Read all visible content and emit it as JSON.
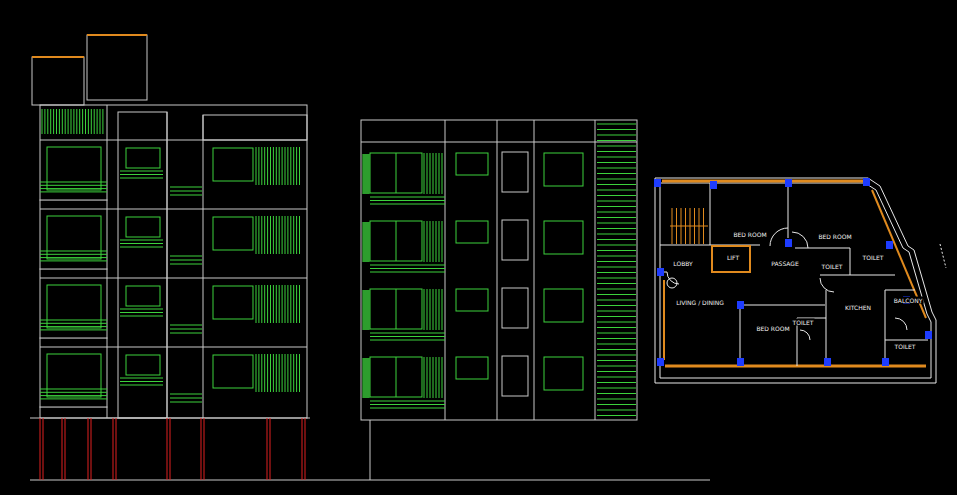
{
  "diagram": {
    "labels": [
      "BED ROOM",
      "BED ROOM",
      "LOBBY",
      "LIFT",
      "PASSAGE",
      "TOILET",
      "TOILET",
      "LIVING / DINING",
      "BED ROOM",
      "TOILET",
      "KITCHEN",
      "BALCONY",
      "TOILET"
    ]
  }
}
